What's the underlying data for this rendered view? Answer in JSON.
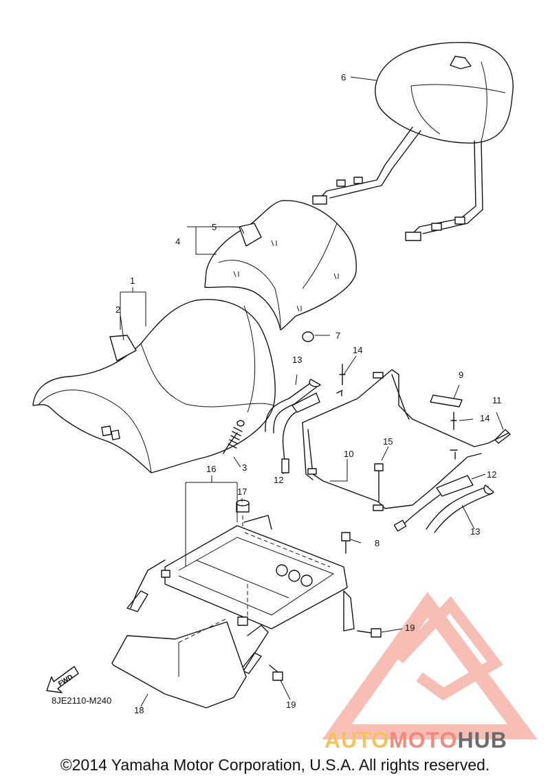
{
  "callouts": [
    {
      "id": "c1",
      "label": "1"
    },
    {
      "id": "c2",
      "label": "2"
    },
    {
      "id": "c3",
      "label": "3"
    },
    {
      "id": "c4",
      "label": "4"
    },
    {
      "id": "c5",
      "label": "5"
    },
    {
      "id": "c6",
      "label": "6"
    },
    {
      "id": "c7",
      "label": "7"
    },
    {
      "id": "c8",
      "label": "8"
    },
    {
      "id": "c9",
      "label": "9"
    },
    {
      "id": "c10",
      "label": "10"
    },
    {
      "id": "c11",
      "label": "11"
    },
    {
      "id": "c12a",
      "label": "12"
    },
    {
      "id": "c12b",
      "label": "12"
    },
    {
      "id": "c13a",
      "label": "13"
    },
    {
      "id": "c13b",
      "label": "13"
    },
    {
      "id": "c14a",
      "label": "14"
    },
    {
      "id": "c14b",
      "label": "14"
    },
    {
      "id": "c15",
      "label": "15"
    },
    {
      "id": "c16",
      "label": "16"
    },
    {
      "id": "c17",
      "label": "17"
    },
    {
      "id": "c18",
      "label": "18"
    },
    {
      "id": "c19a",
      "label": "19"
    },
    {
      "id": "c19b",
      "label": "19"
    }
  ],
  "fwd_label": "FWD",
  "diagram_code": "8JE2110-M240",
  "watermark": {
    "part1": "AUTO",
    "part2": "MOTO",
    "part3": "HUB",
    "color1": "#f6c35a",
    "color2": "#f08a7a",
    "color3": "#6b6b6b"
  },
  "copyright": "©2014 Yamaha Motor Corporation, U.S.A. All rights reserved."
}
